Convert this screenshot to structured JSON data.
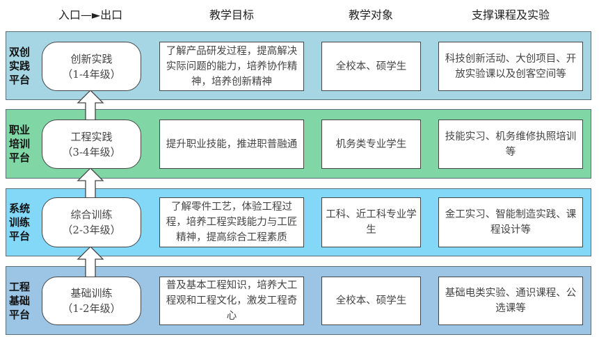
{
  "headers": {
    "flow": "入口—►出口",
    "goal": "教学目标",
    "audience": "教学对象",
    "support": "支撑课程及实验"
  },
  "platforms": [
    {
      "name": "双创实践平台",
      "name_lines": [
        "双创",
        "实践",
        "平台"
      ],
      "stage": "创新实践",
      "grade": "（1-4年级）",
      "goal": "了解产品研发过程，提高解决实际问题的能力，培养协作精神，培养创新精神",
      "audience": "全校本、硕学生",
      "support": "科技创新活动、大创项目、开放实验课以及创客空间等",
      "color": "#a6d6e4"
    },
    {
      "name": "职业培训平台",
      "name_lines": [
        "职业",
        "培训",
        "平台"
      ],
      "stage": "工程实践",
      "grade": "（3-4年级）",
      "goal": "提升职业技能，推进职普融通",
      "audience": "机务类专业学生",
      "support": "技能实习、机务维修执照培训等",
      "color": "#80d7a5"
    },
    {
      "name": "系统训练平台",
      "name_lines": [
        "系统",
        "训练",
        "平台"
      ],
      "stage": "综合训练",
      "grade": "（2-3年级）",
      "goal": "了解零件工艺，体验工程过程，培养工程实践能力与工匠精神，提高综合工程素质",
      "audience": "工科、近工科专业学生",
      "support": "金工实习、智能制造实践、课程设计等",
      "color": "#82d8f6"
    },
    {
      "name": "工程基础平台",
      "name_lines": [
        "工程",
        "基础",
        "平台"
      ],
      "stage": "基础训练",
      "grade": "（1-2年级）",
      "goal": "普及基本工程知识，培养大工程观和工程文化，激发工程奇心",
      "audience": "全校本、硕学生",
      "support": "基础电类实验、通识课程、公选课等",
      "color": "#9cc5e5"
    }
  ]
}
